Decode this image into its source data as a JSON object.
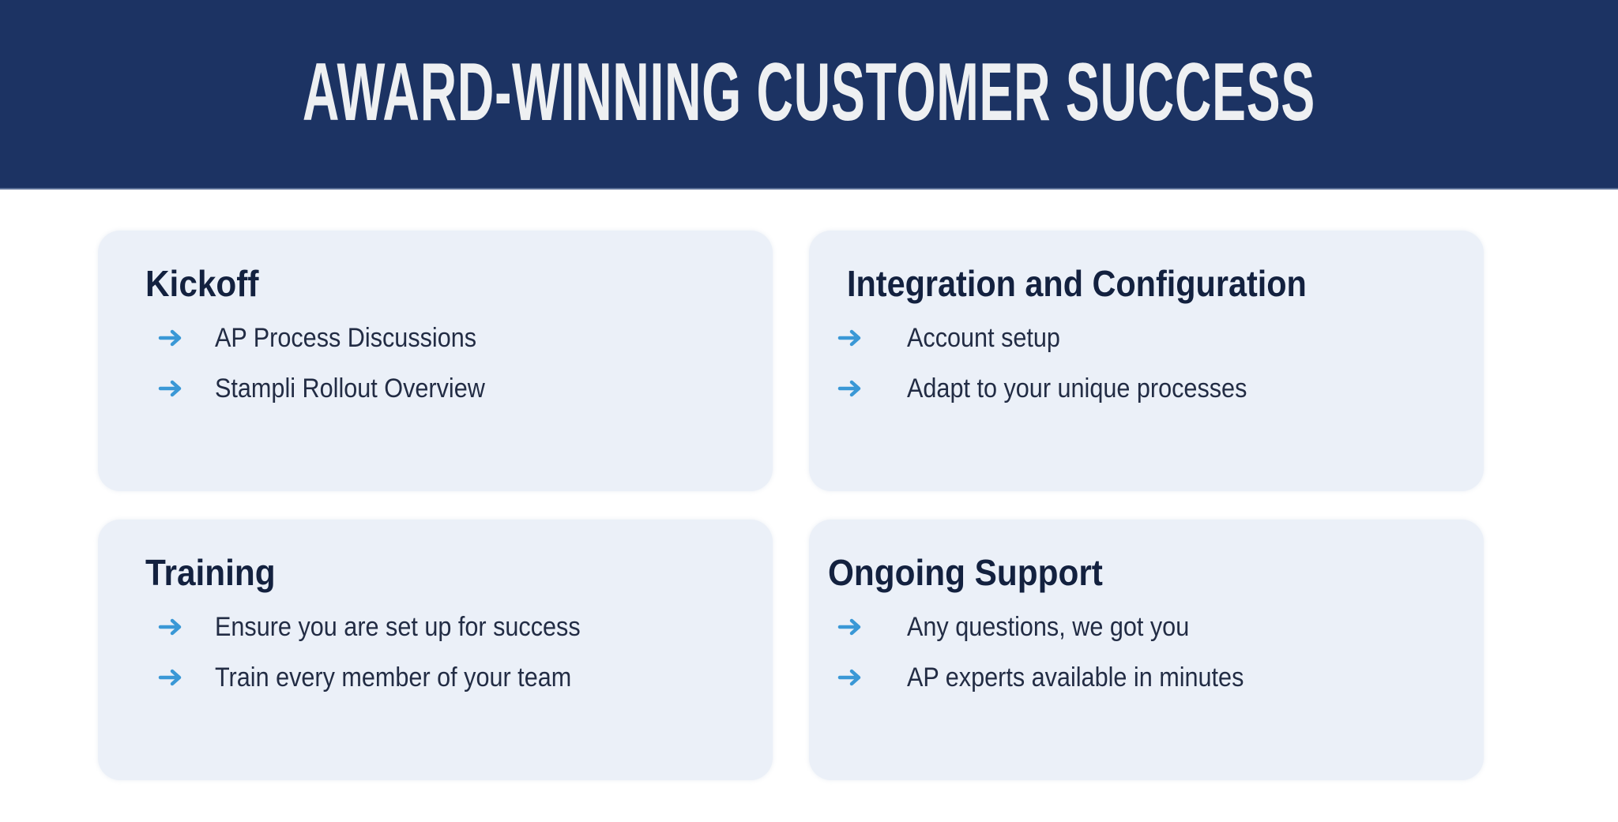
{
  "header": {
    "title": "AWARD-WINNING CUSTOMER SUCCESS",
    "background_color": "#1c3363",
    "text_color": "#eef0f2"
  },
  "accent_color": "#3a98d6",
  "cards": [
    {
      "title": "Kickoff",
      "items": [
        {
          "icon": "arrow-right-icon",
          "label": "AP Process Discussions"
        },
        {
          "icon": "arrow-right-icon",
          "label": "Stampli Rollout Overview"
        }
      ]
    },
    {
      "title": "Integration and Configuration",
      "items": [
        {
          "icon": "arrow-right-icon",
          "label": "Account setup"
        },
        {
          "icon": "arrow-right-icon",
          "label": "Adapt to your unique processes"
        }
      ]
    },
    {
      "title": "Training",
      "items": [
        {
          "icon": "arrow-right-icon",
          "label": "Ensure you are set up for success"
        },
        {
          "icon": "arrow-right-icon",
          "label": "Train every member of your team"
        }
      ]
    },
    {
      "title": "Ongoing Support",
      "items": [
        {
          "icon": "arrow-right-icon",
          "label": "Any questions, we got you"
        },
        {
          "icon": "arrow-right-icon",
          "label": "AP experts available in minutes"
        }
      ]
    }
  ]
}
